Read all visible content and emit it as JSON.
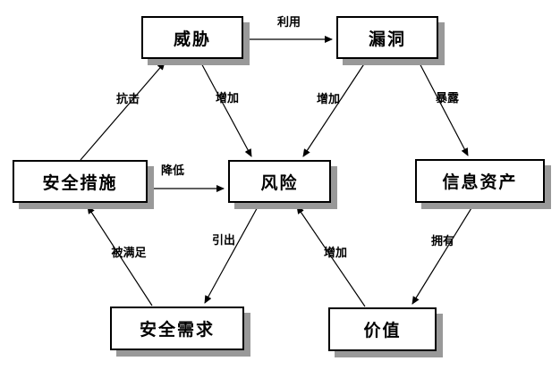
{
  "diagram": {
    "title": "security-risk-relationship-diagram",
    "background_color": "#ffffff",
    "box_fill_color": "#ffffff",
    "box_border_color": "#000000",
    "box_shadow_color": "#999999",
    "line_color": "#000000",
    "text_color": "#000000",
    "nodes": [
      {
        "id": "threat",
        "label": "威胁"
      },
      {
        "id": "vulnerability",
        "label": "漏洞"
      },
      {
        "id": "safeguards",
        "label": "安全措施"
      },
      {
        "id": "risk",
        "label": "风险"
      },
      {
        "id": "info-assets",
        "label": "信息资产"
      },
      {
        "id": "security-requirements",
        "label": "安全需求"
      },
      {
        "id": "value",
        "label": "价值"
      }
    ],
    "edges": [
      {
        "from": "威胁",
        "to": "漏洞",
        "label": "利用"
      },
      {
        "from": "安全措施",
        "to": "威胁",
        "label": "抗击"
      },
      {
        "from": "威胁",
        "to": "风险",
        "label": "增加"
      },
      {
        "from": "漏洞",
        "to": "风险",
        "label": "增加"
      },
      {
        "from": "漏洞",
        "to": "信息资产",
        "label": "暴露"
      },
      {
        "from": "安全措施",
        "to": "风险",
        "label": "降低"
      },
      {
        "from": "安全需求",
        "to": "安全措施",
        "label": "被满足"
      },
      {
        "from": "风险",
        "to": "安全需求",
        "label": "引出"
      },
      {
        "from": "价值",
        "to": "风险",
        "label": "增加"
      },
      {
        "from": "信息资产",
        "to": "价值",
        "label": "拥有"
      }
    ]
  }
}
